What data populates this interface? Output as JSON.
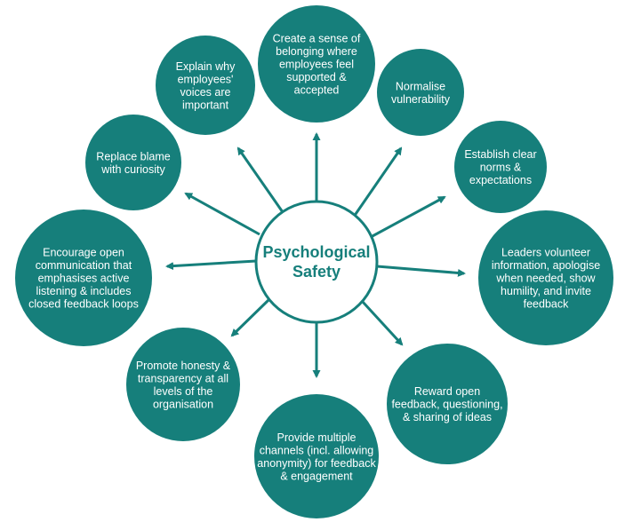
{
  "colors": {
    "node_fill": "#167f7b",
    "center_fill": "#ffffff",
    "center_stroke": "#167f7b",
    "center_text": "#167f7b",
    "node_text": "#ffffff",
    "arrow": "#167f7b"
  },
  "center": {
    "lines": [
      "Psychological",
      "Safety"
    ]
  },
  "nodes": [
    {
      "id": "belonging",
      "lines": [
        "Create a sense of",
        "belonging where",
        "employees feel",
        "supported &",
        "accepted"
      ]
    },
    {
      "id": "vulnerability",
      "lines": [
        "Normalise",
        "vulnerability"
      ]
    },
    {
      "id": "norms",
      "lines": [
        "Establish clear",
        "norms &",
        "expectations"
      ]
    },
    {
      "id": "leaders",
      "lines": [
        "Leaders volunteer",
        "information, apologise",
        "when needed, show",
        "humility, and invite",
        "feedback"
      ]
    },
    {
      "id": "reward",
      "lines": [
        "Reward open",
        "feedback, questioning,",
        "& sharing of ideas"
      ]
    },
    {
      "id": "channels",
      "lines": [
        "Provide multiple",
        "channels (incl. allowing",
        "anonymity) for feedback",
        "& engagement"
      ]
    },
    {
      "id": "honesty",
      "lines": [
        "Promote honesty &",
        "transparency at all",
        "levels of the",
        "organisation"
      ]
    },
    {
      "id": "communication",
      "lines": [
        "Encourage open",
        "communication that",
        "emphasises active",
        "listening & includes",
        "closed feedback loops"
      ]
    },
    {
      "id": "curiosity",
      "lines": [
        "Replace blame",
        "with curiosity"
      ]
    },
    {
      "id": "voices",
      "lines": [
        "Explain why",
        "employees'",
        "voices are",
        "important"
      ]
    }
  ]
}
